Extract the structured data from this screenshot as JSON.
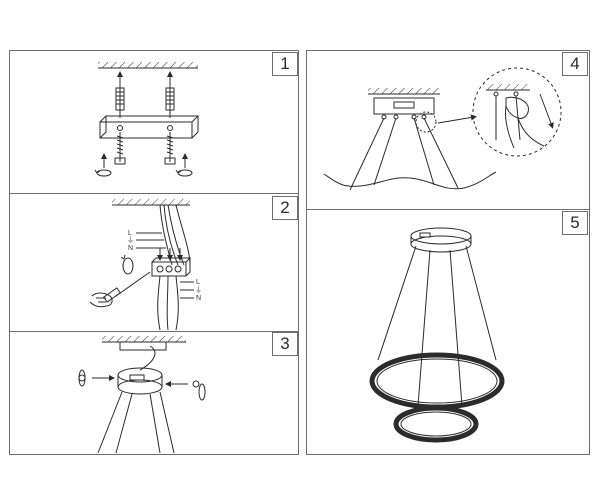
{
  "steps": [
    {
      "number": "1"
    },
    {
      "number": "2"
    },
    {
      "number": "3"
    },
    {
      "number": "4"
    },
    {
      "number": "5"
    }
  ],
  "wire_labels": {
    "live": "L",
    "earth": "⏚",
    "neutral": "N"
  },
  "colors": {
    "line": "#2b2b2b",
    "border": "#6e6e6e"
  }
}
